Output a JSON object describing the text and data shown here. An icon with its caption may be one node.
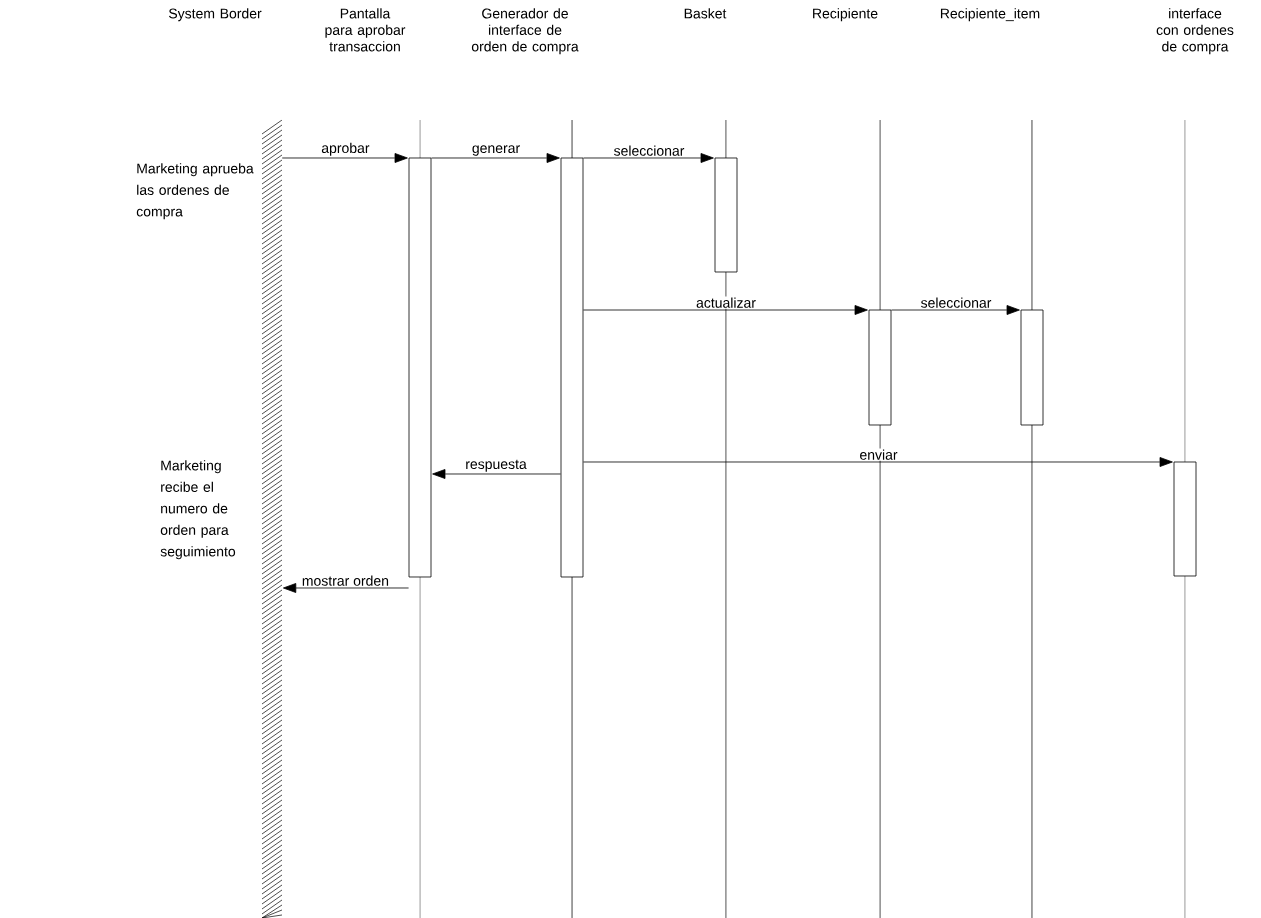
{
  "diagram": {
    "nodes": [
      {
        "text": [
          "System Border"
        ]
      },
      {
        "text": [
          "Pantalla para aprobar transaccion"
        ]
      },
      {
        "text": [
          "Generador de interface de orden de compra"
        ]
      },
      {
        "text": [
          "Basket"
        ]
      },
      {
        "text": [
          "Recipiente"
        ]
      },
      {
        "text": [
          "Recipiente_item"
        ]
      },
      {
        "text": [
          "interface con ordenes de compra"
        ]
      },
      {
        "text": [],
        "shape": "bar"
      },
      {
        "text": [],
        "shape": "bar"
      },
      {
        "text": [],
        "shape": "bar"
      },
      {
        "text": [],
        "shape": "bar"
      },
      {
        "text": [],
        "shape": "bar"
      },
      {
        "text": [],
        "shape": "bar"
      },
      {
        "text": [],
        "shape": "bar"
      }
    ],
    "edges": [
      {
        "from": 7,
        "to": 8,
        "arrow": "to",
        "label": "aprobar"
      },
      {
        "from": 8,
        "to": 9,
        "arrow": "to",
        "label": "generar"
      },
      {
        "from": 9,
        "to": 10,
        "arrow": "to",
        "label": "seleccionar"
      },
      {
        "from": 9,
        "to": 11,
        "arrow": "to",
        "label": "actualizar"
      },
      {
        "from": 11,
        "to": 12,
        "arrow": "to",
        "label": "seleccionar"
      },
      {
        "from": 9,
        "to": 8,
        "arrow": "to",
        "label": "respuesta"
      },
      {
        "from": 9,
        "to": 13,
        "arrow": "to",
        "label": "enviar"
      },
      {
        "from": 8,
        "to": 7,
        "arrow": "to",
        "label": "mostrar orden"
      }
    ],
    "labels": [
      "Marketing aprueba las ordenes de compra",
      "Marketing recibe el numero de orden para seguimiento"
    ]
  }
}
